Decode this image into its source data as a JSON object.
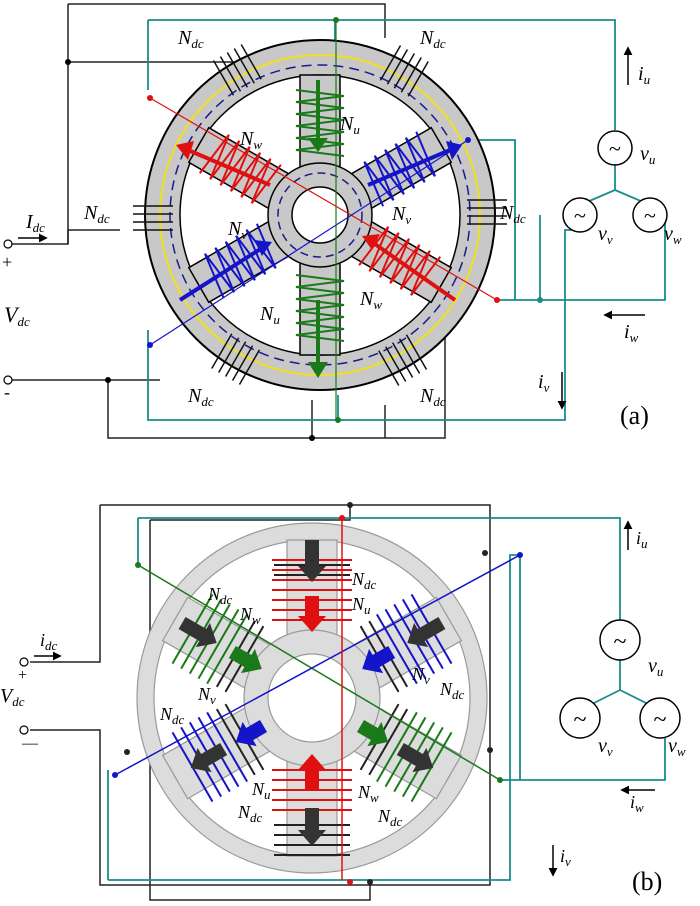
{
  "panel_a": {
    "caption": "(a)",
    "windings": {
      "dc": {
        "main": "N",
        "sub": "dc"
      },
      "u": {
        "main": "N",
        "sub": "u"
      },
      "v": {
        "main": "N",
        "sub": "v"
      },
      "w": {
        "main": "N",
        "sub": "w"
      }
    },
    "currents": {
      "i_dc": {
        "main": "I",
        "sub": "dc"
      },
      "i_u": {
        "main": "i",
        "sub": "u"
      },
      "i_v": {
        "main": "i",
        "sub": "v"
      },
      "i_w": {
        "main": "i",
        "sub": "w"
      }
    },
    "voltages": {
      "v_dc": {
        "main": "V",
        "sub": "dc"
      },
      "v_u": {
        "main": "v",
        "sub": "u"
      },
      "v_v": {
        "main": "v",
        "sub": "v"
      },
      "v_w": {
        "main": "v",
        "sub": "w"
      }
    },
    "polarity": {
      "plus": "+",
      "minus": "-"
    },
    "source_symbol": "~"
  },
  "panel_b": {
    "caption": "(b)",
    "windings": {
      "dc": {
        "main": "N",
        "sub": "dc"
      },
      "u": {
        "main": "N",
        "sub": "u"
      },
      "v": {
        "main": "N",
        "sub": "v"
      },
      "w": {
        "main": "N",
        "sub": "w"
      }
    },
    "currents": {
      "i_dc": {
        "main": "i",
        "sub": "dc"
      },
      "i_u": {
        "main": "i",
        "sub": "u"
      },
      "i_v": {
        "main": "i",
        "sub": "v"
      },
      "i_w": {
        "main": "i",
        "sub": "w"
      }
    },
    "voltages": {
      "v_dc": {
        "main": "V",
        "sub": "dc"
      },
      "v_u": {
        "main": "v",
        "sub": "u"
      },
      "v_v": {
        "main": "v",
        "sub": "v"
      },
      "v_w": {
        "main": "v",
        "sub": "w"
      }
    },
    "polarity": {
      "plus": "+",
      "minus": "—"
    },
    "source_symbol": "~"
  },
  "colors": {
    "core_gray": "#c8c8c8",
    "core_gray_b": "#dcdcdc",
    "wire_teal": "#1a8c8c",
    "wire_black": "#222222",
    "phase_red": "#e01010",
    "phase_blue": "#1414c8",
    "phase_green": "#1a7a1a",
    "flux_yellow": "#f0e020",
    "flux_dashed": "#1a1a8c",
    "arrow_dark": "#333333"
  }
}
